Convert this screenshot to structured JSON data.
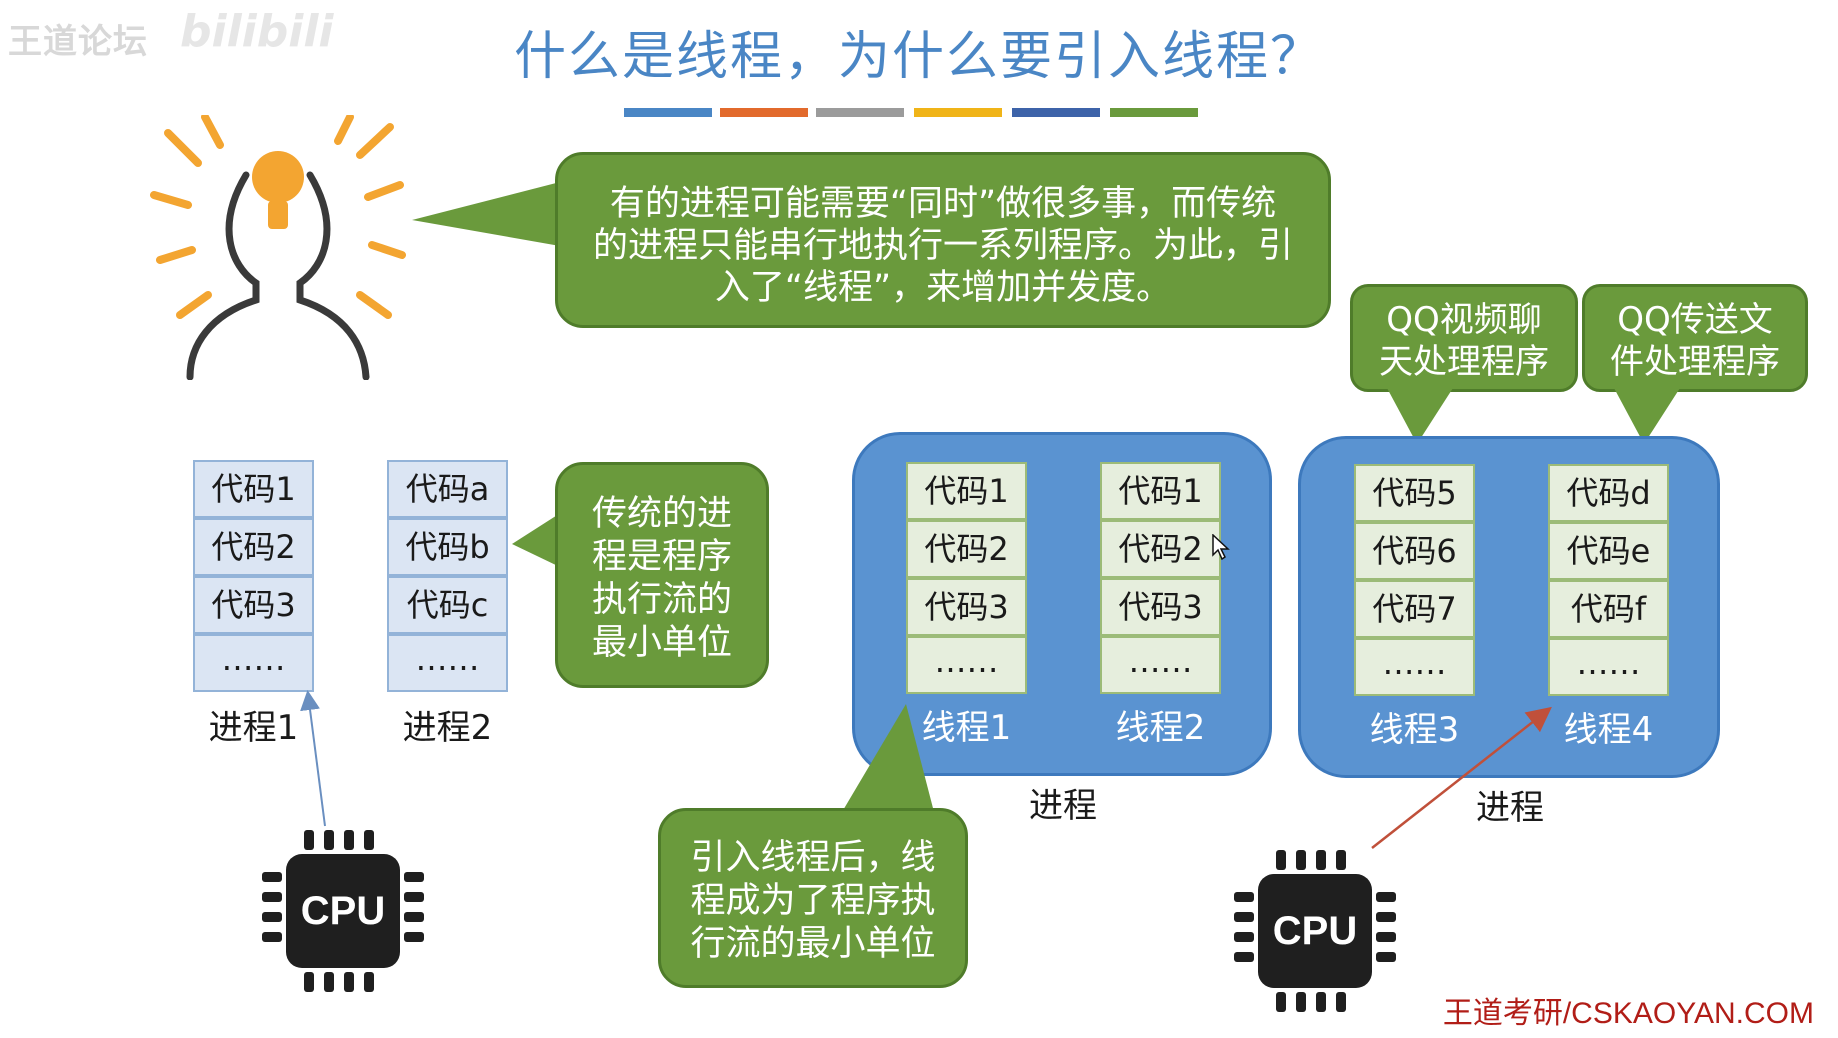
{
  "watermark": {
    "left": "王道论坛",
    "right": "bilibili"
  },
  "title": "什么是线程，为什么要引入线程？",
  "title_bar_colors": [
    "#4a86c5",
    "#e26a2c",
    "#9b9b9b",
    "#f0b418",
    "#3d63a9",
    "#6a9a3c"
  ],
  "colors": {
    "bubble_green": "#6a9a3c",
    "process_blue": "#5a93d1",
    "bulb_orange": "#f3a531",
    "footer_red": "#b11d17"
  },
  "icons": [
    "lightbulb-person-icon",
    "cpu-icon",
    "mouse-cursor-icon"
  ],
  "bubbles": {
    "intro": [
      "有的进程可能需要“同时”做很多事，而传统",
      "的进程只能串行地执行一系列程序。为此，引",
      "入了“线程”，来增加并发度。"
    ],
    "traditional": [
      "传统的进",
      "程是程序",
      "执行流的",
      "最小单位"
    ],
    "after": [
      "引入线程后，线",
      "程成为了程序执",
      "行流的最小单位"
    ],
    "qq_video": [
      "QQ视频聊",
      "天处理程序"
    ],
    "qq_file": [
      "QQ传送文",
      "件处理程序"
    ]
  },
  "process1": {
    "cells": [
      "代码1",
      "代码2",
      "代码3",
      "……"
    ],
    "label": "进程1"
  },
  "process2": {
    "cells": [
      "代码a",
      "代码b",
      "代码c",
      "……"
    ],
    "label": "进程2"
  },
  "thread1": {
    "cells": [
      "代码1",
      "代码2",
      "代码3",
      "……"
    ],
    "label": "线程1"
  },
  "thread2": {
    "cells": [
      "代码1",
      "代码2",
      "代码3",
      "……"
    ],
    "label": "线程2"
  },
  "thread3": {
    "cells": [
      "代码5",
      "代码6",
      "代码7",
      "……"
    ],
    "label": "线程3"
  },
  "thread4": {
    "cells": [
      "代码d",
      "代码e",
      "代码f",
      "……"
    ],
    "label": "线程4"
  },
  "process_caption_a": "进程",
  "process_caption_b": "进程",
  "cpu_label": "CPU",
  "footer": "王道考研/CSKAOYAN.COM"
}
